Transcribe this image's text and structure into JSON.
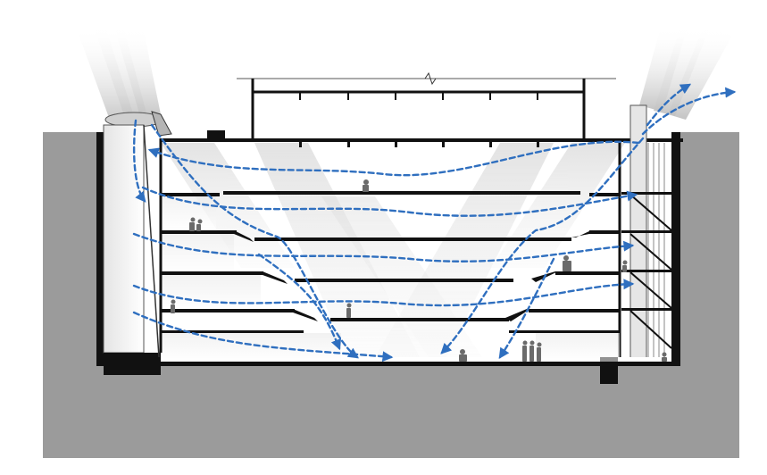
{
  "diagram": {
    "kind": "building-section-airflow",
    "labels": [],
    "colors": {
      "background": "#ffffff",
      "ground": "#9b9b9b",
      "structure": "#111111",
      "airflow": "#2f6fbf",
      "light_beam": "#dcdcdc",
      "figure": "#6b6b6b"
    },
    "floors": [
      {
        "name": "roof-level"
      },
      {
        "name": "level-1"
      },
      {
        "name": "level-2"
      },
      {
        "name": "level-3"
      },
      {
        "name": "level-4"
      },
      {
        "name": "level-5"
      },
      {
        "name": "basement-floor"
      }
    ],
    "airflow_paths": [
      {
        "name": "top-return"
      },
      {
        "name": "upper-loop"
      },
      {
        "name": "middle-loop"
      },
      {
        "name": "lower-loop"
      },
      {
        "name": "bottom-return"
      },
      {
        "name": "cross-diagonal-a"
      },
      {
        "name": "cross-diagonal-b"
      },
      {
        "name": "right-exhaust"
      },
      {
        "name": "left-intake"
      }
    ]
  }
}
